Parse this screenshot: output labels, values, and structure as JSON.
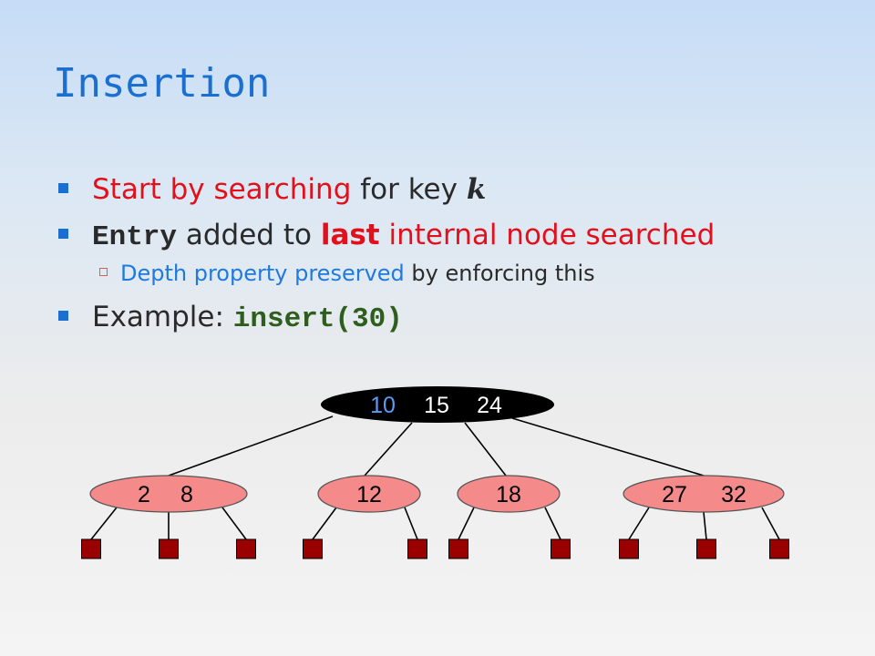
{
  "slide": {
    "title": "Insertion",
    "bullets": {
      "b1_part1": "Start by searching",
      "b1_part2": "for key",
      "b1_key": "k",
      "b2_code": "Entry",
      "b2_part1": "added to",
      "b2_highlight": "last",
      "b2_part2": "internal node searched",
      "sub_part1": "Depth property preserved",
      "sub_part2": "by enforcing this",
      "b4_part1": "Example:",
      "b4_code": "insert(30)"
    }
  },
  "tree": {
    "root": {
      "keys": [
        "10",
        "15",
        "24"
      ],
      "highlight_index": 0
    },
    "children": [
      {
        "keys": [
          "2",
          "8"
        ],
        "leaves": 3
      },
      {
        "keys": [
          "12"
        ],
        "leaves": 2
      },
      {
        "keys": [
          "18"
        ],
        "leaves": 2
      },
      {
        "keys": [
          "27",
          "32"
        ],
        "leaves": 3
      }
    ],
    "colors": {
      "root_fill": "#000000",
      "root_text": "#ffffff",
      "root_highlight_text": "#5b9cf5",
      "child_fill": "#f58a8a",
      "child_stroke": "#555555",
      "leaf_fill": "#9b0000",
      "edge": "#000000"
    }
  }
}
